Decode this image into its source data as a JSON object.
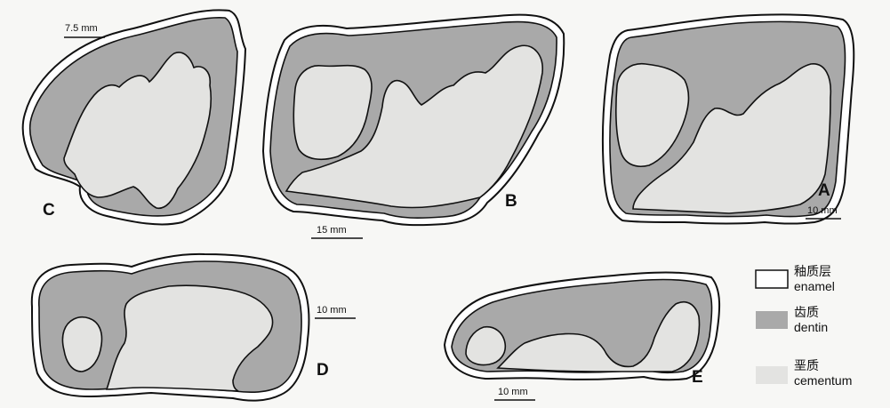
{
  "colors": {
    "background": "#f7f7f5",
    "enamel": "#ffffff",
    "dentin": "#a9a9a9",
    "cementum": "#e3e3e1",
    "outline": "#111111"
  },
  "specimens": [
    {
      "label": "C",
      "scale": "7.5 mm"
    },
    {
      "label": "B",
      "scale": "15 mm"
    },
    {
      "label": "A",
      "scale": "10 mm"
    },
    {
      "label": "D",
      "scale": "10 mm"
    },
    {
      "label": "E",
      "scale": "10 mm"
    }
  ],
  "legend": [
    {
      "cn": "釉质层",
      "en": "enamel"
    },
    {
      "cn": "齿质",
      "en": "dentin"
    },
    {
      "cn": "垩质",
      "en": "cementum"
    }
  ]
}
